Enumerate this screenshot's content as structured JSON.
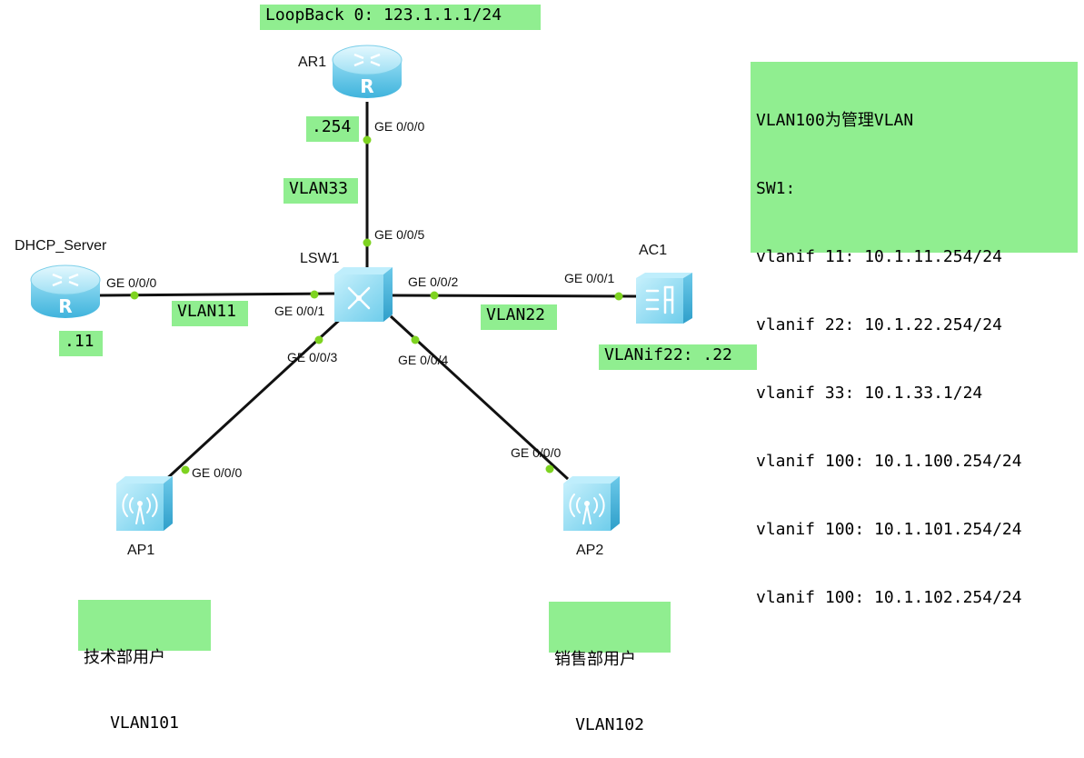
{
  "devices": {
    "ar1": "AR1",
    "lsw1": "LSW1",
    "dhcp_server": "DHCP_Server",
    "ac1": "AC1",
    "ap1": "AP1",
    "ap2": "AP2"
  },
  "ports": {
    "ar1_ge000": "GE 0/0/0",
    "lsw1_ge005": "GE 0/0/5",
    "dhcp_ge000": "GE 0/0/0",
    "lsw1_ge001": "GE 0/0/1",
    "lsw1_ge002": "GE 0/0/2",
    "ac1_ge001": "GE 0/0/1",
    "lsw1_ge003": "GE 0/0/3",
    "lsw1_ge004": "GE 0/0/4",
    "ap1_ge000": "GE 0/0/0",
    "ap2_ge000": "GE 0/0/0"
  },
  "notes": {
    "loopback": "LoopBack 0: 123.1.1.1/24",
    "ar1_ip": ".254",
    "vlan33": "VLAN33",
    "vlan11": "VLAN11",
    "dhcp_ip": ".11",
    "vlan22": "VLAN22",
    "ac_vlanif": "VLANif22: .22",
    "sw1_config": [
      "VLAN100为管理VLAN",
      "SW1:",
      "vlanif 11: 10.1.11.254/24",
      "vlanif 22: 10.1.22.254/24",
      "vlanif 33: 10.1.33.1/24",
      "vlanif 100: 10.1.100.254/24",
      "vlanif 100: 10.1.101.254/24",
      "vlanif 100: 10.1.102.254/24"
    ],
    "tech_dept": "技术部用户",
    "tech_vlan": "VLAN101",
    "sales_dept": "销售部用户",
    "sales_vlan": "VLAN102"
  },
  "colors": {
    "note_bg": "#90ee90",
    "port_dot": "#7ed321",
    "link": "#111111",
    "device_light": "#c9f0fb",
    "device_mid": "#63cbea",
    "device_dark": "#2a9ec9"
  },
  "icons": {
    "ar1": "router-icon",
    "dhcp_server": "router-icon",
    "lsw1": "switch-icon",
    "ac1": "access-controller-icon",
    "ap1": "wireless-ap-icon",
    "ap2": "wireless-ap-icon"
  }
}
